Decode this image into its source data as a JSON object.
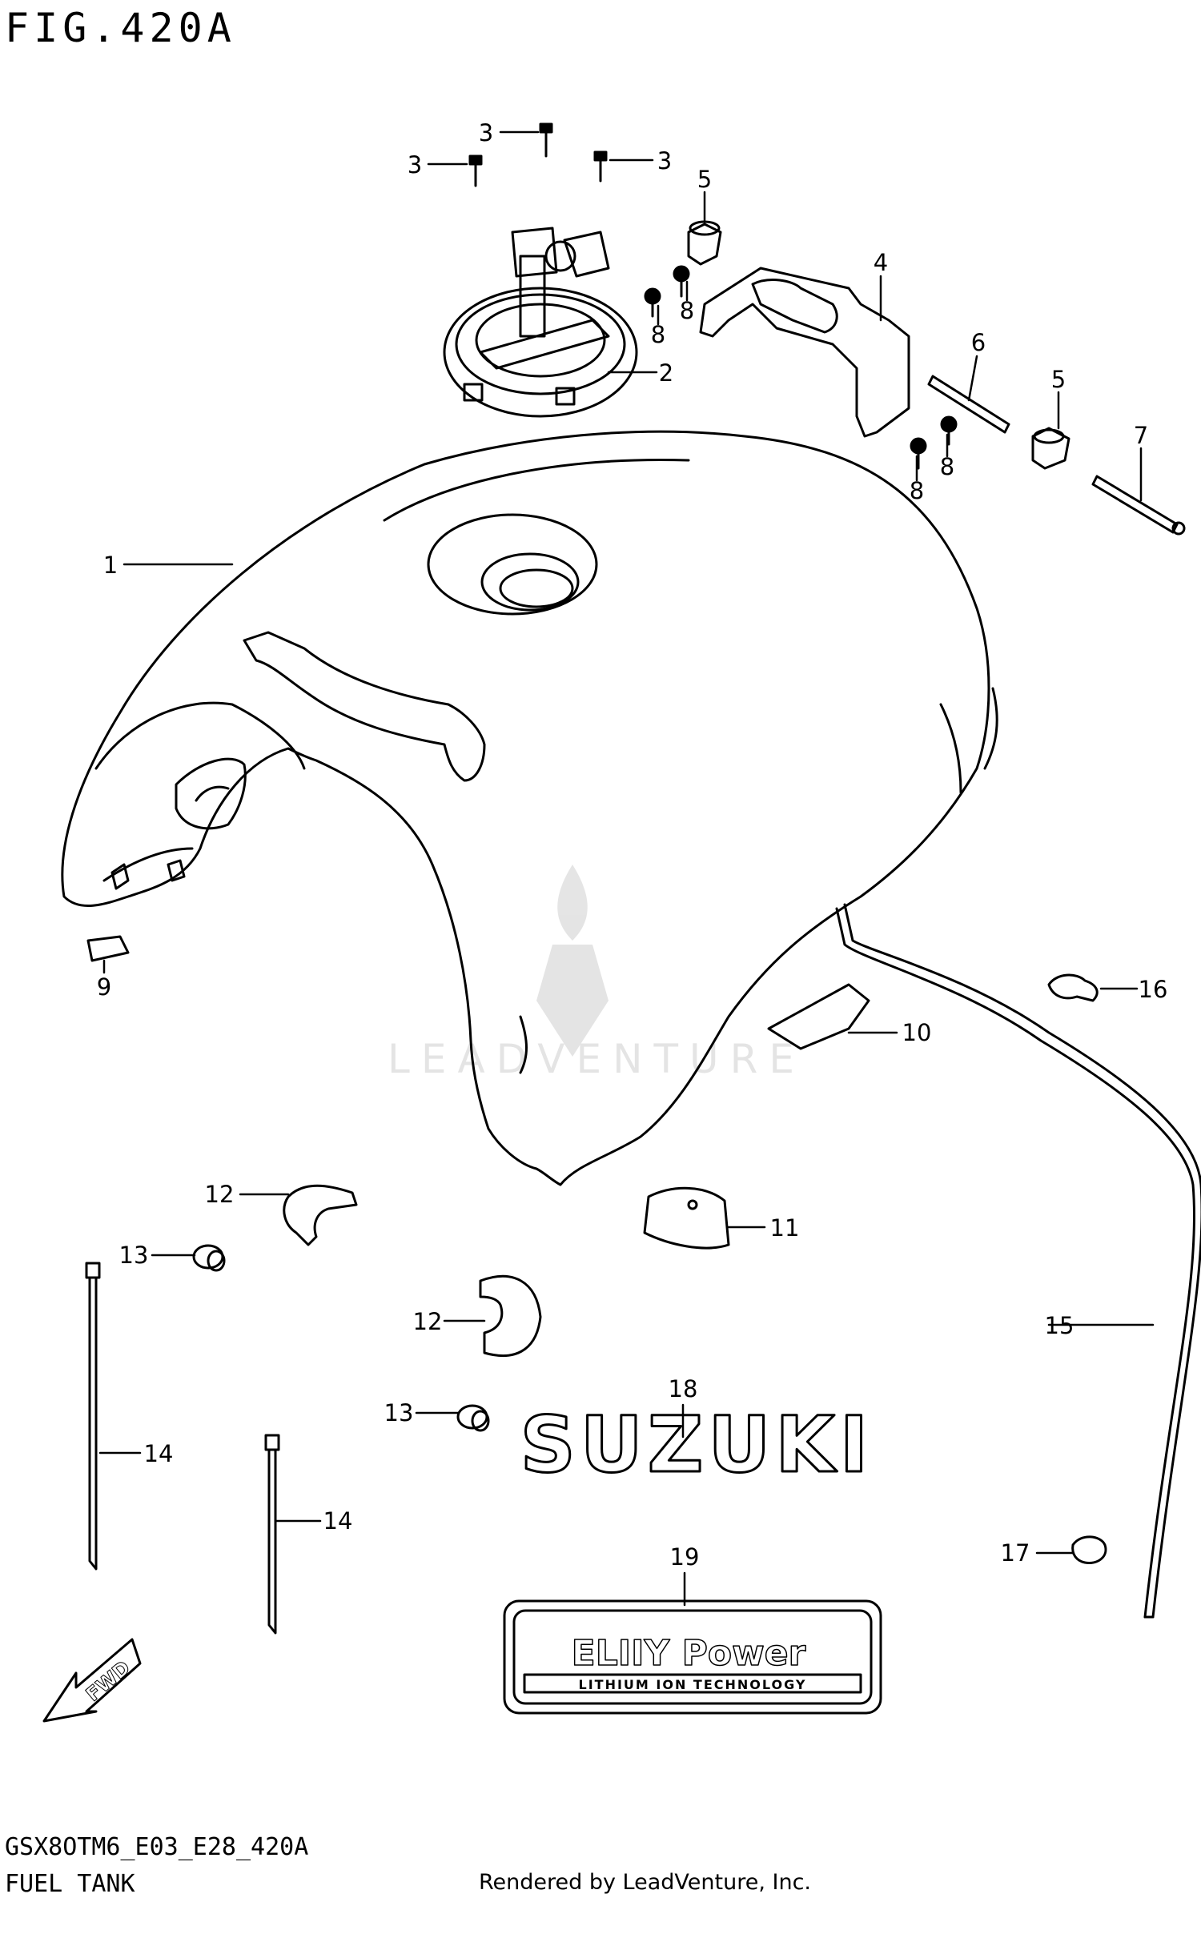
{
  "figure": {
    "title": "FIG.420A"
  },
  "callouts": [
    {
      "id": "c1",
      "num": "1"
    },
    {
      "id": "c2",
      "num": "2"
    },
    {
      "id": "c3a",
      "num": "3"
    },
    {
      "id": "c3b",
      "num": "3"
    },
    {
      "id": "c3c",
      "num": "3"
    },
    {
      "id": "c4",
      "num": "4"
    },
    {
      "id": "c5a",
      "num": "5"
    },
    {
      "id": "c5b",
      "num": "5"
    },
    {
      "id": "c6",
      "num": "6"
    },
    {
      "id": "c7",
      "num": "7"
    },
    {
      "id": "c8a",
      "num": "8"
    },
    {
      "id": "c8b",
      "num": "8"
    },
    {
      "id": "c8c",
      "num": "8"
    },
    {
      "id": "c8d",
      "num": "8"
    },
    {
      "id": "c9",
      "num": "9"
    },
    {
      "id": "c10",
      "num": "10"
    },
    {
      "id": "c11",
      "num": "11"
    },
    {
      "id": "c12a",
      "num": "12"
    },
    {
      "id": "c12b",
      "num": "12"
    },
    {
      "id": "c13a",
      "num": "13"
    },
    {
      "id": "c13b",
      "num": "13"
    },
    {
      "id": "c14a",
      "num": "14"
    },
    {
      "id": "c14b",
      "num": "14"
    },
    {
      "id": "c15",
      "num": "15"
    },
    {
      "id": "c16",
      "num": "16"
    },
    {
      "id": "c17",
      "num": "17"
    },
    {
      "id": "c18",
      "num": "18"
    },
    {
      "id": "c19",
      "num": "19"
    }
  ],
  "emblems": {
    "suzuki": "SUZUKI",
    "eliiy_brand": "ELIIY Power",
    "eliiy_sub": "LITHIUM ION TECHNOLOGY",
    "fwd": "FWD"
  },
  "watermark": "LEADVENTURE",
  "footer": {
    "code": "GSX8OTM6_E03_E28_420A",
    "name": "FUEL TANK",
    "rendered_by": "Rendered by LeadVenture, Inc."
  }
}
